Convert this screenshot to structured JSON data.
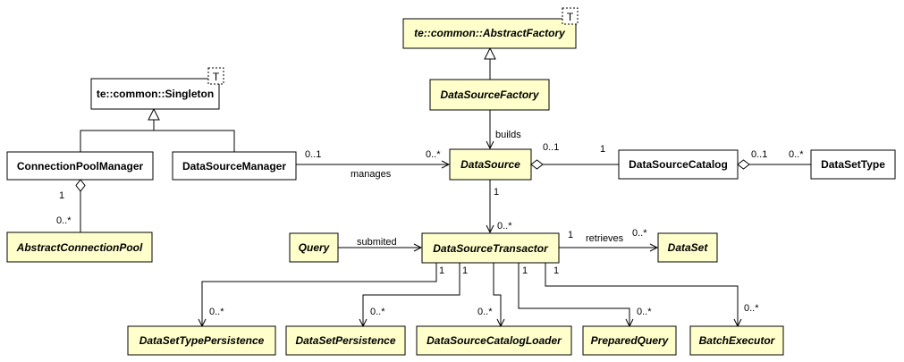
{
  "classes": {
    "abstract_factory": {
      "name": "te::common::AbstractFactory",
      "template_param": "T"
    },
    "singleton": {
      "name": "te::common::Singleton",
      "template_param": "T"
    },
    "data_source_factory": {
      "name": "DataSourceFactory"
    },
    "connection_pool_manager": {
      "name": "ConnectionPoolManager"
    },
    "data_source_manager": {
      "name": "DataSourceManager"
    },
    "data_source": {
      "name": "DataSource"
    },
    "data_source_catalog": {
      "name": "DataSourceCatalog"
    },
    "data_set_type": {
      "name": "DataSetType"
    },
    "abstract_connection_pool": {
      "name": "AbstractConnectionPool"
    },
    "query": {
      "name": "Query"
    },
    "data_source_transactor": {
      "name": "DataSourceTransactor"
    },
    "data_set": {
      "name": "DataSet"
    },
    "data_set_type_persistence": {
      "name": "DataSetTypePersistence"
    },
    "data_set_persistence": {
      "name": "DataSetPersistence"
    },
    "data_source_catalog_loader": {
      "name": "DataSourceCatalogLoader"
    },
    "prepared_query": {
      "name": "PreparedQuery"
    },
    "batch_executor": {
      "name": "BatchExecutor"
    }
  },
  "relations": {
    "builds": {
      "label": "builds"
    },
    "manages": {
      "label": "manages",
      "source_mult": "0..1",
      "target_mult": "0..*"
    },
    "ds_catalog": {
      "source_mult": "0..1",
      "target_mult": "1"
    },
    "catalog_type": {
      "source_mult": "0..1",
      "target_mult": "0..*"
    },
    "pool": {
      "source_mult": "1",
      "target_mult": "0..*"
    },
    "ds_transactor": {
      "source_mult": "1",
      "target_mult": "0..*"
    },
    "submited": {
      "label": "submited"
    },
    "retrieves": {
      "label": "retrieves",
      "source_mult": "1",
      "target_mult": "0..*"
    },
    "type_persistence": {
      "source_mult": "1",
      "target_mult": "0..*"
    },
    "persistence": {
      "source_mult": "1",
      "target_mult": "0..*"
    },
    "catalog_loader": {
      "target_mult": "0..*"
    },
    "prepared_query": {
      "source_mult": "1",
      "target_mult": "0..*"
    },
    "batch_executor": {
      "source_mult": "1",
      "target_mult": "0..*"
    }
  }
}
